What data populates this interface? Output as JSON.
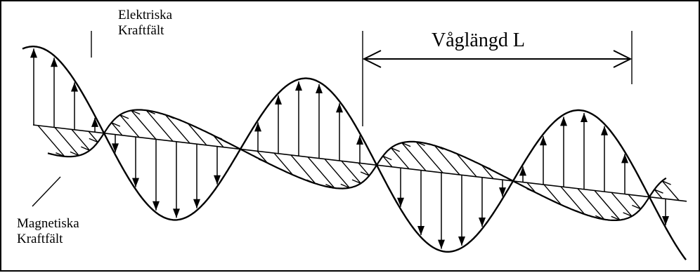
{
  "labels": {
    "electric": [
      "Elektriska",
      "Kraftfält"
    ],
    "magnetic": [
      "Magnetiska",
      "Kraftfält"
    ],
    "wavelength": "Våglängd L"
  },
  "colors": {
    "ink": "#000000",
    "background": "#ffffff"
  }
}
